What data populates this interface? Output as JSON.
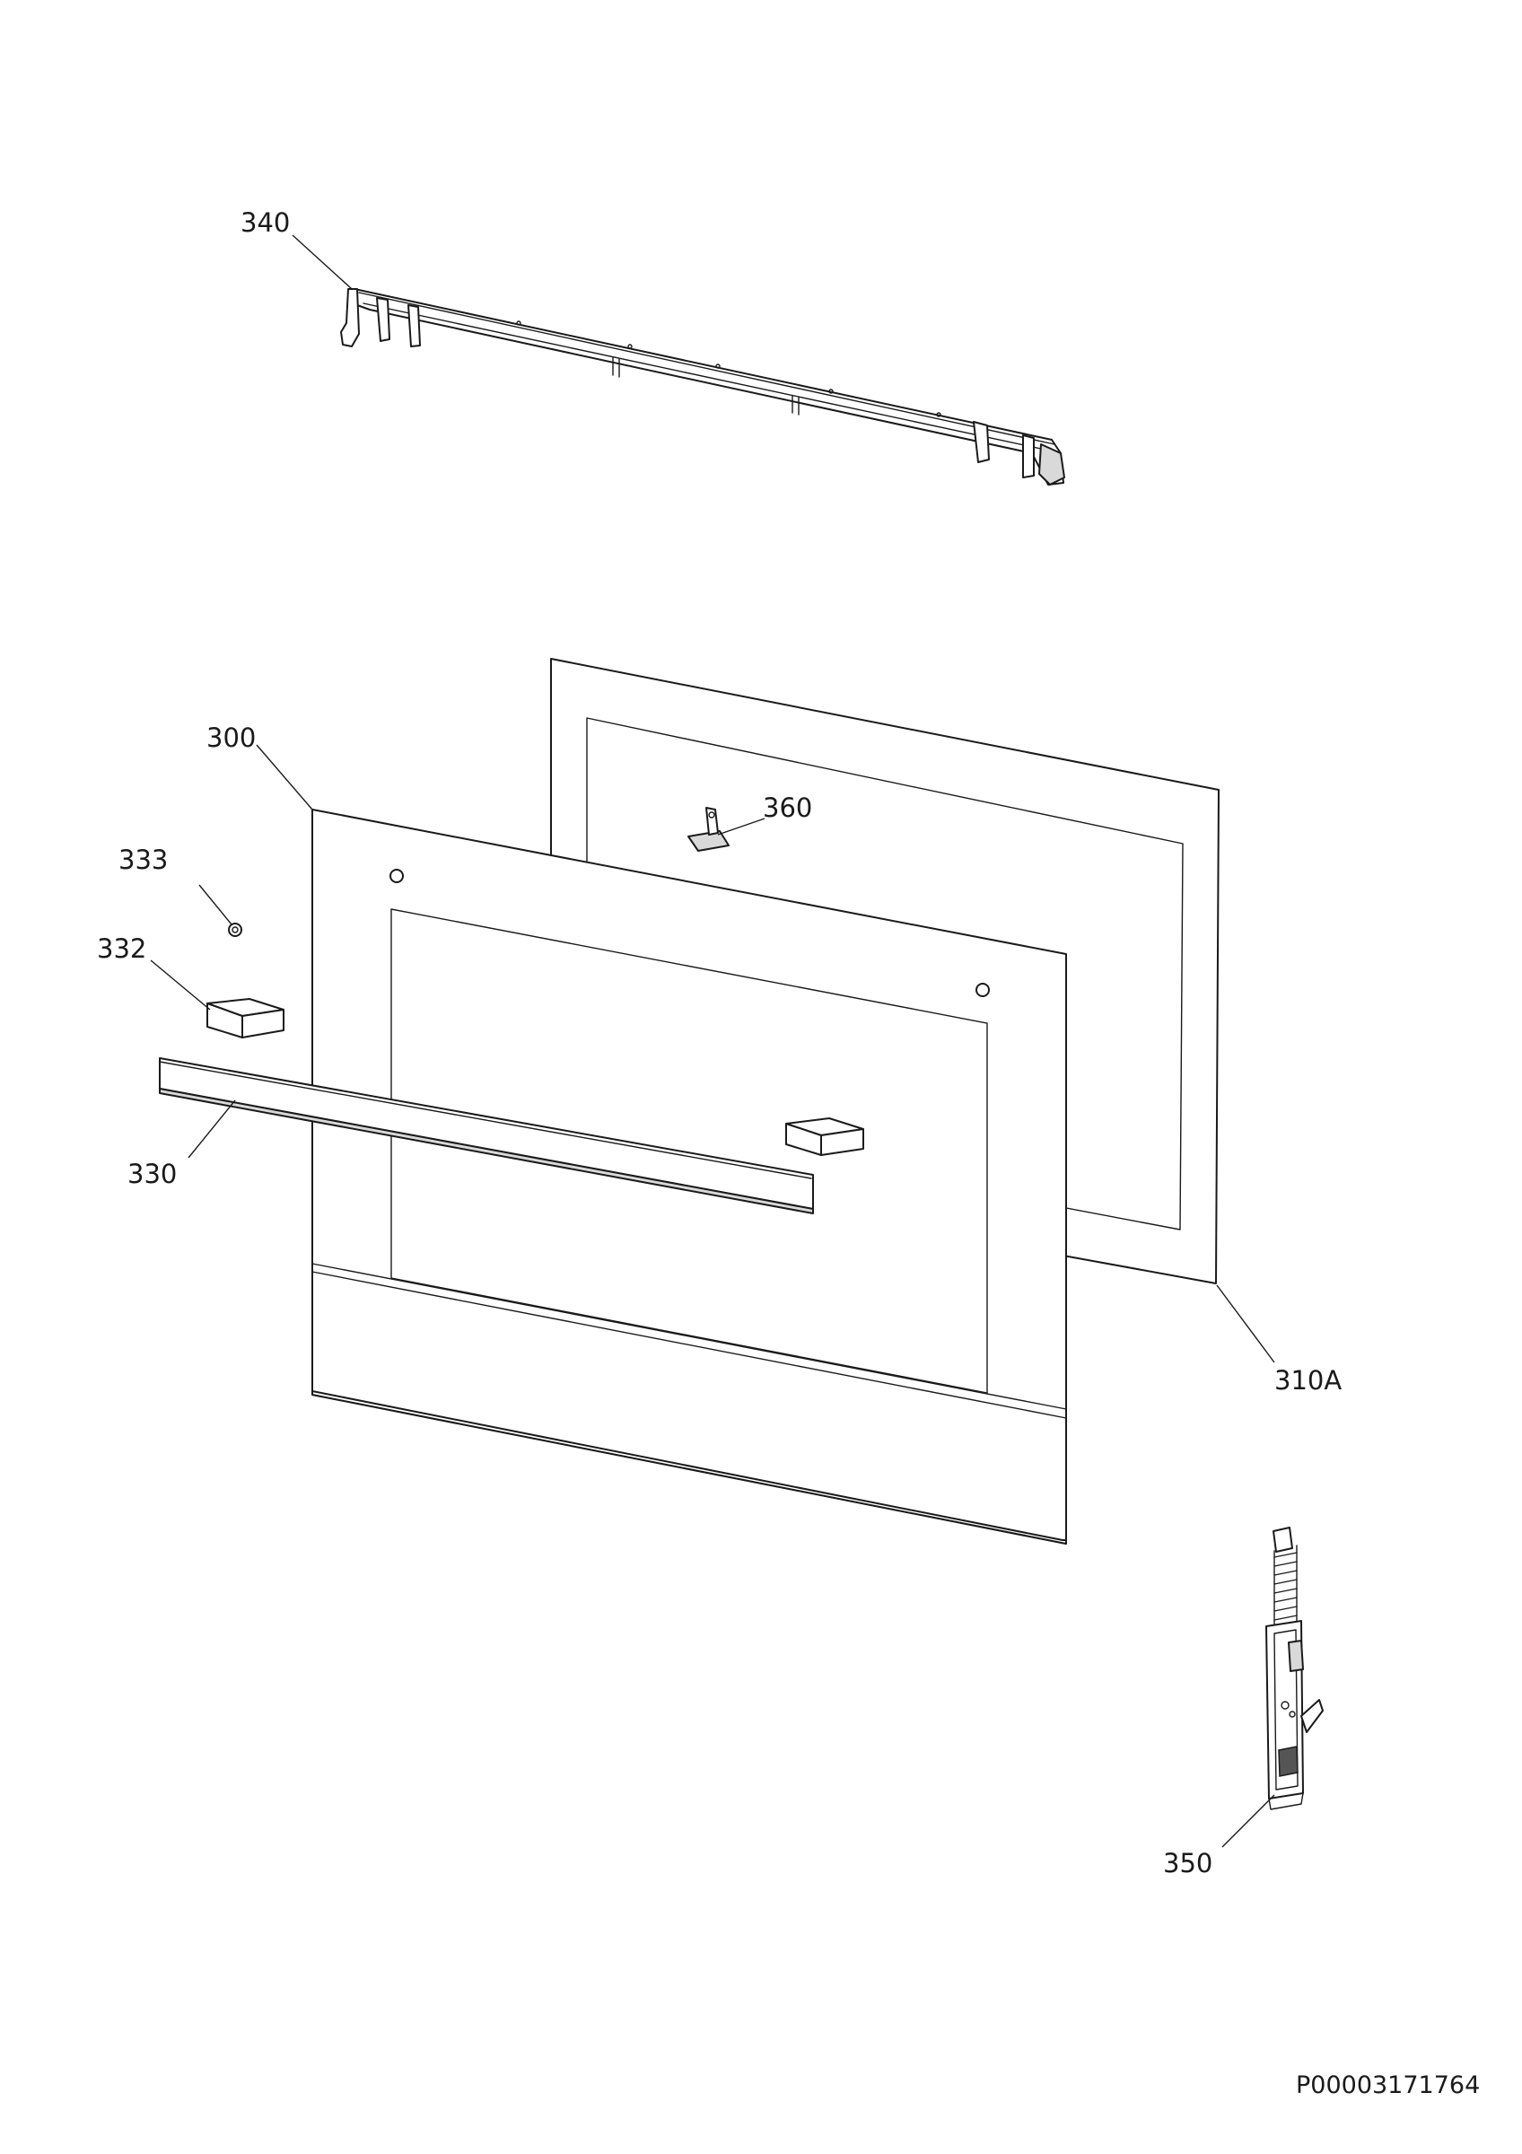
{
  "callouts": {
    "c340": "340",
    "c300": "300",
    "c360": "360",
    "c333": "333",
    "c332": "332",
    "c330": "330",
    "c310A": "310A",
    "c350": "350"
  },
  "document_id": "P00003171764",
  "colors": {
    "line": "#1a1a1a",
    "background": "#ffffff"
  }
}
